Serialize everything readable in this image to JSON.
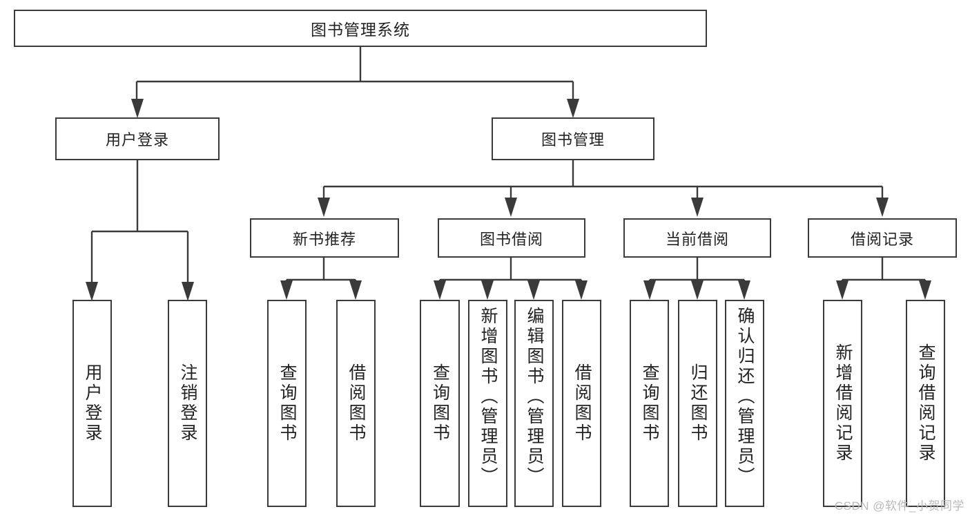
{
  "diagram": {
    "title": "图书管理系统",
    "type": "tree-hierarchy-chart",
    "colors": {
      "box_border": "#3a3a3a",
      "box_fill": "#ffffff",
      "edge": "#3a3a3a",
      "text": "#222222",
      "watermark": "#b9b9b9",
      "background": "#ffffff"
    },
    "root": {
      "label": "图书管理系统"
    },
    "level2": [
      {
        "id": "user-login",
        "label": "用户登录"
      },
      {
        "id": "book-management",
        "label": "图书管理"
      }
    ],
    "level3": [
      {
        "id": "new-book-recommend",
        "label": "新书推荐"
      },
      {
        "id": "book-borrow",
        "label": "图书借阅"
      },
      {
        "id": "current-borrow",
        "label": "当前借阅"
      },
      {
        "id": "borrow-record",
        "label": "借阅记录"
      }
    ],
    "leaves": {
      "user_login": [
        {
          "id": "leaf-user-login",
          "label": "用户登录"
        },
        {
          "id": "leaf-logout-login",
          "label": "注销登录"
        }
      ],
      "new_book_recommend": [
        {
          "id": "leaf-query-book-1",
          "label": "查询图书"
        },
        {
          "id": "leaf-borrow-book-1",
          "label": "借阅图书"
        }
      ],
      "book_borrow": [
        {
          "id": "leaf-query-book-2",
          "label": "查询图书"
        },
        {
          "id": "leaf-add-book-admin",
          "label": "新增图书（管理员）"
        },
        {
          "id": "leaf-edit-book-admin",
          "label": "编辑图书（管理员）"
        },
        {
          "id": "leaf-borrow-book-2",
          "label": "借阅图书"
        }
      ],
      "current_borrow": [
        {
          "id": "leaf-query-book-3",
          "label": "查询图书"
        },
        {
          "id": "leaf-return-book",
          "label": "归还图书"
        },
        {
          "id": "leaf-confirm-return-admin",
          "label": "确认归还（管理员）"
        }
      ],
      "borrow_record": [
        {
          "id": "leaf-add-borrow-record",
          "label": "新增借阅记录"
        },
        {
          "id": "leaf-query-borrow-record",
          "label": "查询借阅记录"
        }
      ]
    }
  },
  "watermark": {
    "text": "CSDN @软件_小贺同学"
  }
}
